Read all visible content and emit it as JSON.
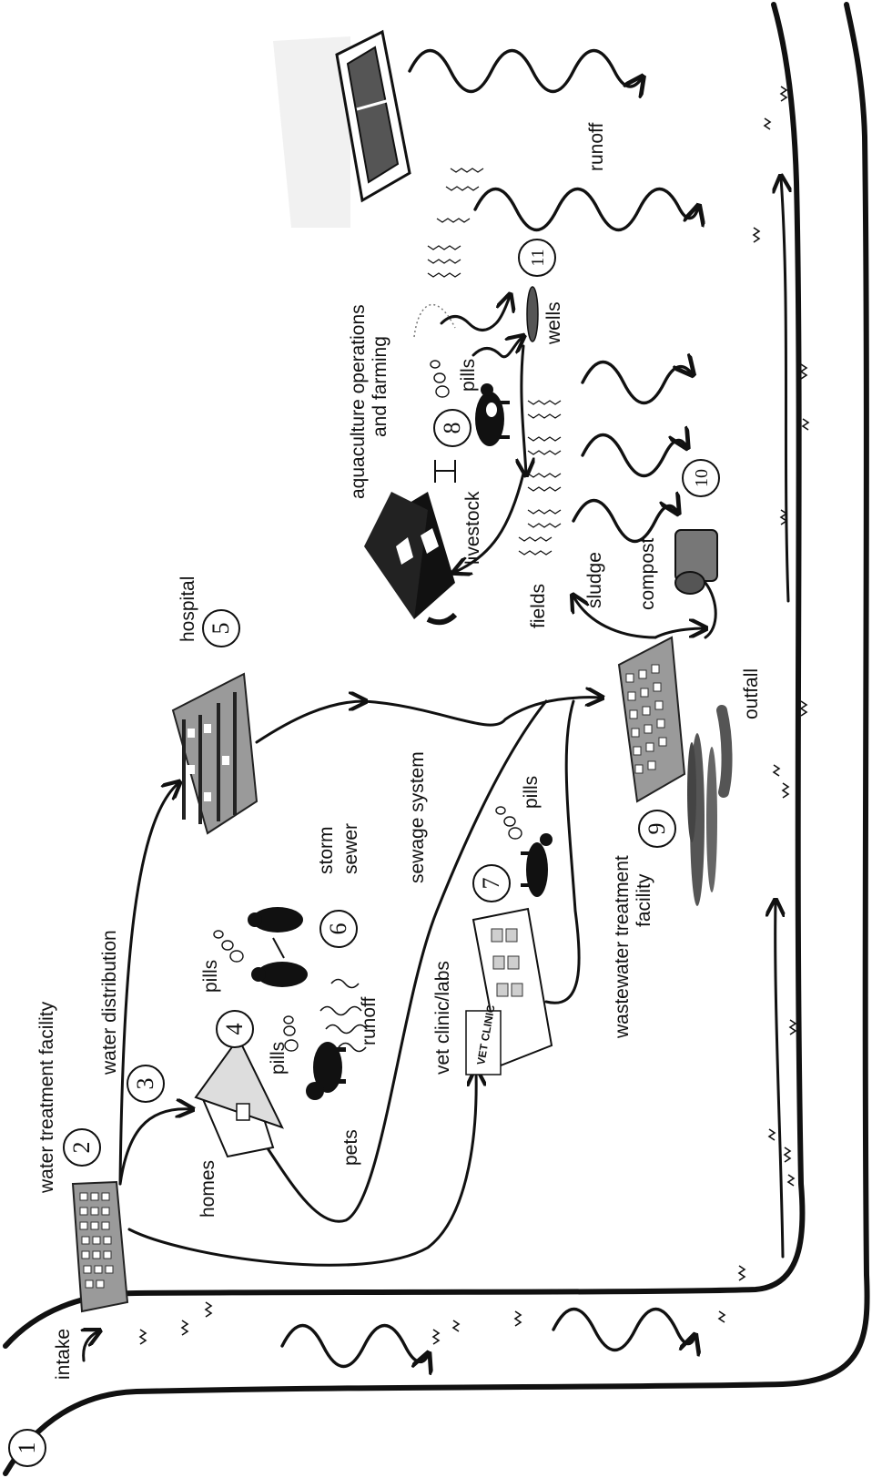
{
  "colors": {
    "ink": "#111111",
    "building": "#9a9a9a",
    "building_dark": "#555555",
    "sludge": "#555555",
    "paper": "#ffffff"
  },
  "steps": [
    {
      "num": "1",
      "label": "intake"
    },
    {
      "num": "2",
      "label": "water treatment facility"
    },
    {
      "num": "3",
      "label": "water distribution"
    },
    {
      "num": "4",
      "label": "homes"
    },
    {
      "num": "5",
      "label": "hospital"
    },
    {
      "num": "6",
      "label": "storm sewer"
    },
    {
      "num": "7",
      "label": "vet clinic/labs"
    },
    {
      "num": "8",
      "label": "aquaculture operations and farming"
    },
    {
      "num": "9",
      "label": "wastewater treatment facility"
    },
    {
      "num": "10",
      "label": "compost"
    },
    {
      "num": "11",
      "label": "wells"
    }
  ],
  "labels": {
    "intake": "intake",
    "water_treatment": "water treatment facility",
    "water_distribution": "water distribution",
    "homes": "homes",
    "pets": "pets",
    "pills": "pills",
    "runoff": "runoff",
    "hospital": "hospital",
    "storm": "storm",
    "sewer": "sewer",
    "sewage_system": "sewage system",
    "vet_clinic": "vet clinic/labs",
    "vet_sign": "VET CLINIC",
    "wastewater_1": "wastewater treatment",
    "wastewater_2": "facility",
    "outfall": "outfall",
    "sludge": "sludge",
    "compost": "compost",
    "fields": "fields",
    "livestock": "livestock",
    "aquaculture_1": "aquaculture operations",
    "aquaculture_2": "and farming",
    "wells": "wells"
  },
  "icons": [
    "building-icon",
    "house-icon",
    "hospital-icon",
    "barn-icon",
    "cow-icon",
    "dog-icon",
    "pill-bubbles-icon",
    "compost-bin-icon",
    "aquaculture-tank-icon",
    "well-icon",
    "crop-field-icon",
    "people-icon"
  ]
}
